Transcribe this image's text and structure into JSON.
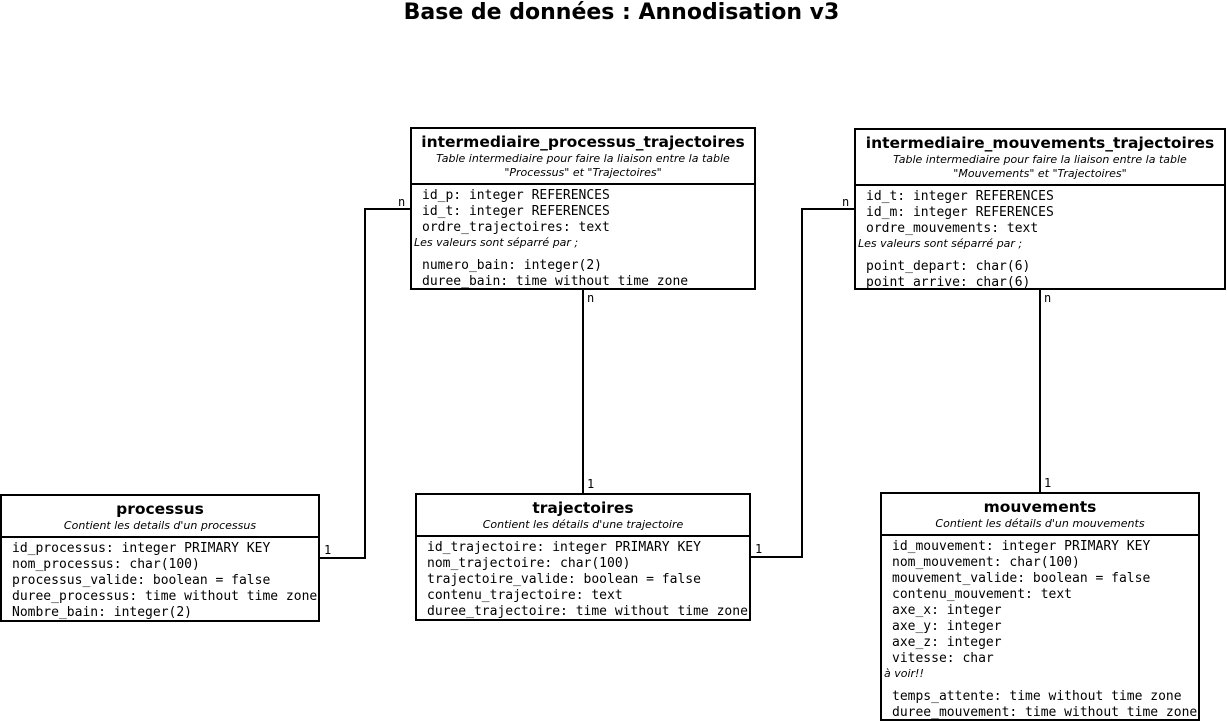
{
  "title": "Base de données : Annodisation v3",
  "entities": {
    "ipt": {
      "name": "intermediaire_processus_trajectoires",
      "desc": [
        "Table intermediaire pour faire la liaison entre la table",
        "\"Processus\" et \"Trajectoires\""
      ],
      "attrs1": [
        "id_p: integer REFERENCES",
        "id_t: integer REFERENCES",
        "ordre_trajectoires: text"
      ],
      "note": "Les valeurs sont séparré par ;",
      "attrs2": [
        "numero_bain: integer(2)",
        "duree_bain: time without time zone"
      ]
    },
    "imt": {
      "name": "intermediaire_mouvements_trajectoires",
      "desc": [
        "Table intermediaire pour faire la liaison entre la table",
        "\"Mouvements\" et \"Trajectoires\""
      ],
      "attrs1": [
        "id_t: integer REFERENCES",
        "id_m: integer REFERENCES",
        "ordre_mouvements: text"
      ],
      "note": "Les valeurs sont séparré par ;",
      "attrs2": [
        "point_depart: char(6)",
        "point_arrive: char(6)"
      ]
    },
    "processus": {
      "name": "processus",
      "desc": [
        "Contient les details d'un processus"
      ],
      "attrs1": [
        "id_processus: integer PRIMARY KEY",
        "nom_processus: char(100)",
        "processus_valide: boolean = false",
        "duree_processus: time without time zone",
        "Nombre_bain: integer(2)"
      ]
    },
    "trajectoires": {
      "name": "trajectoires",
      "desc": [
        "Contient les détails d'une trajectoire"
      ],
      "attrs1": [
        "id_trajectoire: integer PRIMARY KEY",
        "nom_trajectoire: char(100)",
        "trajectoire_valide: boolean = false",
        "contenu_trajectoire: text",
        "duree_trajectoire: time without time zone"
      ]
    },
    "mouvements": {
      "name": "mouvements",
      "desc": [
        "Contient les détails d'un mouvements"
      ],
      "attrs1": [
        "id_mouvement: integer PRIMARY KEY",
        "nom_mouvement: char(100)",
        "mouvement_valide: boolean = false",
        "contenu_mouvement: text",
        "axe_x: integer",
        "axe_y: integer",
        "axe_z: integer",
        "vitesse: char"
      ],
      "note": "à voir!!",
      "attrs2": [
        "temps_attente: time without time zone",
        "duree_mouvement: time without time zone"
      ]
    }
  },
  "cardinalities": {
    "proc_side": "1",
    "ipt_left": "n",
    "ipt_bottom": "n",
    "traj_top": "1",
    "traj_right": "1",
    "imt_left": "n",
    "imt_bottom": "n",
    "mouv_top": "1"
  },
  "colors": {
    "line": "#000000",
    "background": "#ffffff"
  }
}
